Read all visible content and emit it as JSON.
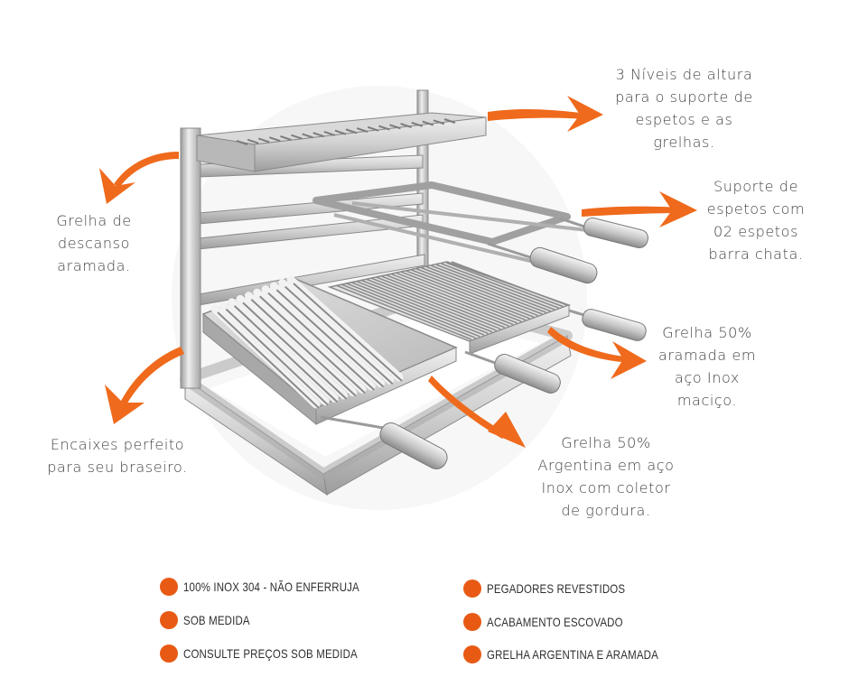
{
  "colors": {
    "accent": "#e85a14",
    "text": "#444444",
    "steel_light": "#e6e6e6",
    "steel_mid": "#c2c2c2",
    "steel_dark": "#8e8e8e"
  },
  "callouts": {
    "levels": [
      "3 Níveis de altura",
      "para o suporte de",
      "espetos e as",
      "grelhas."
    ],
    "skewer_support": [
      "Suporte de",
      "espetos com",
      "02 espetos",
      "barra chata."
    ],
    "rest_grill": [
      "Grelha de",
      "descanso",
      "aramada."
    ],
    "wire_grill": [
      "Grelha 50%",
      "aramada em",
      "aço Inox",
      "maciço."
    ],
    "fit": [
      "Encaixes perfeito",
      "para seu braseiro."
    ],
    "argentine_grill": [
      "Grelha 50%",
      "Argentina em aço",
      "Inox com coletor",
      "de gordura."
    ]
  },
  "features": {
    "left": [
      "100% INOX 304 - NÃO ENFERRUJA",
      "SOB MEDIDA",
      "CONSULTE PREÇOS SOB MEDIDA"
    ],
    "right": [
      "PEGADORES REVESTIDOS",
      " ACABAMENTO  ESCOVADO",
      "GRELHA ARGENTINA E ARAMADA"
    ]
  }
}
